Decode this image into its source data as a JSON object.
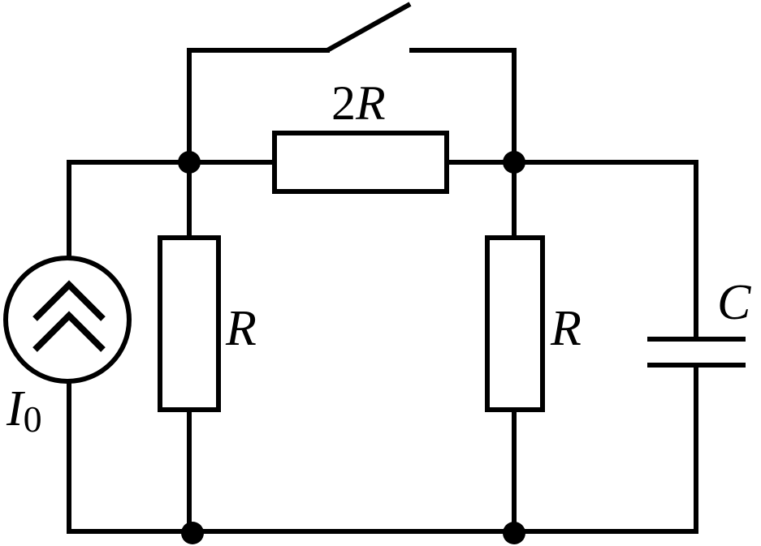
{
  "diagram": {
    "resistor_top": {
      "value_num": "2",
      "value_sym": "R"
    },
    "resistor_left": {
      "label": "R"
    },
    "resistor_right": {
      "label": "R"
    },
    "capacitor": {
      "label": "C"
    },
    "current_source": {
      "symbol": "I",
      "subscript": "0"
    }
  }
}
